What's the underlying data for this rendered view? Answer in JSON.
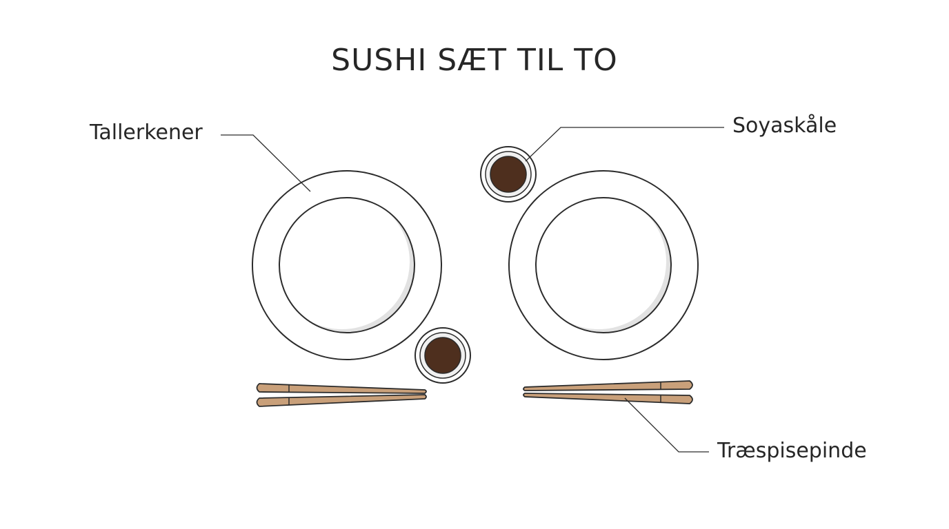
{
  "title": "SUSHI SÆT TIL TO",
  "labels": {
    "plates": "Tallerkener",
    "soy_bowls": "Soyaskåle",
    "chopsticks": "Træspisepinde"
  },
  "colors": {
    "line": "#2b2b2b",
    "plate_fill": "#ffffff",
    "plate_shadow": "#e2e2e2",
    "bowl_rim": "#f0f0f0",
    "soy_sauce": "#4e2f1e",
    "chopstick_wood": "#c9a07a"
  }
}
